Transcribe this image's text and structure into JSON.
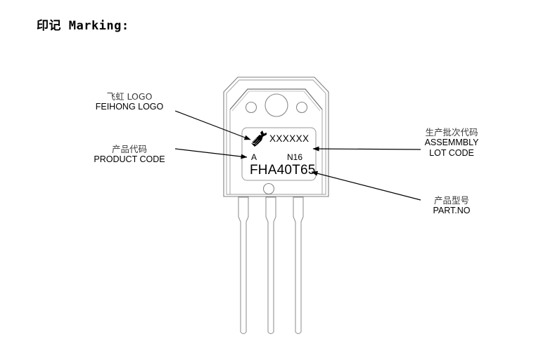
{
  "page": {
    "title": "印记 Marking:"
  },
  "annotations": [
    {
      "id": "feihong-logo",
      "cn": "飞虹 LOGO",
      "en": "FEIHONG LOGO"
    },
    {
      "id": "product-code",
      "cn": "产品代码",
      "en": "PRODUCT CODE"
    },
    {
      "id": "assembly-lot-code",
      "cn": "生产批次代码",
      "en": "ASSEMMBLY",
      "en2": "LOT CODE"
    },
    {
      "id": "part-no",
      "cn": "产品型号",
      "en": "PART.NO"
    }
  ],
  "package_marking": {
    "logo": "feihong-bird-logo",
    "lot_code": "XXXXXX",
    "product_code": "A",
    "assembly_code": "N16",
    "part_no": "FHA40T65"
  },
  "colors": {
    "outline": "#808080",
    "text": "#000000",
    "cn_text": "#3a3a3a",
    "arrow": "#000000",
    "background": "#ffffff"
  }
}
